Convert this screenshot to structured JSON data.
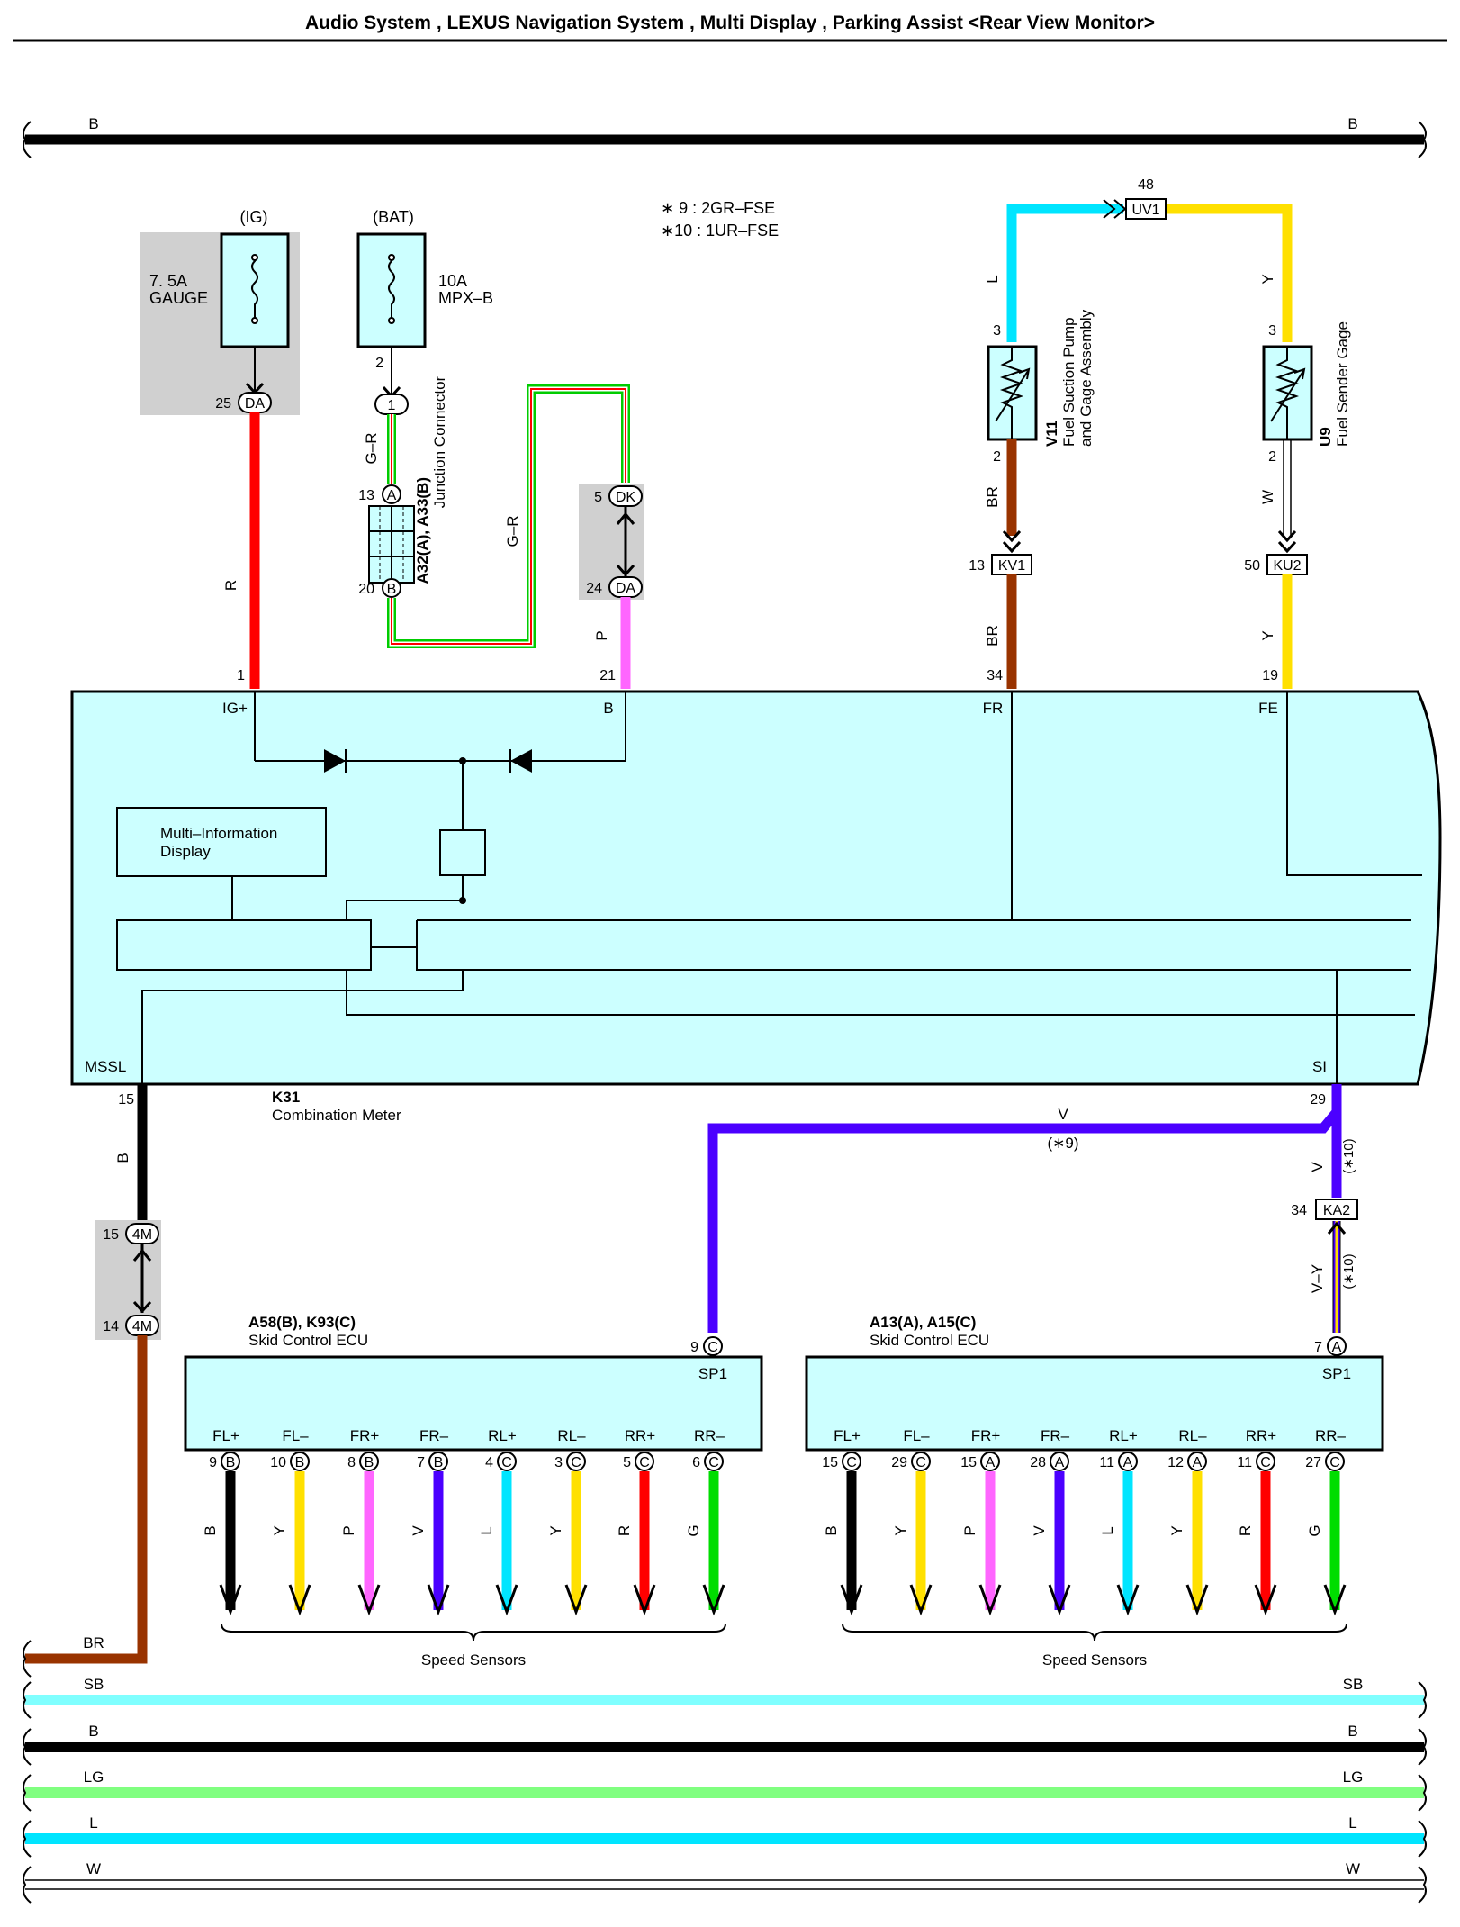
{
  "header": {
    "title": "Audio System , LEXUS Navigation System , Multi Display , Parking Assist <Rear View Monitor>"
  },
  "colors": {
    "B": "#000000",
    "R": "#ff0000",
    "P": "#ff66ff",
    "BR": "#993300",
    "Y": "#ffe000",
    "L": "#00e5ff",
    "V": "#4b00ff",
    "G": "#00dd00",
    "SB": "#80ffff",
    "LG": "#80ff80",
    "W": "#ffffff",
    "component_fill": "#ccffff",
    "shade": "#d0d0d0"
  },
  "notes": {
    "n9": "∗ 9 : 2GR–FSE",
    "n10": "∗10 : 1UR–FSE"
  },
  "top_bus": {
    "left": "B",
    "right": "B"
  },
  "fuses": {
    "ig": {
      "supply": "(IG)",
      "amp": "7. 5A",
      "name": "GAUGE",
      "pin": "25",
      "conn": "DA"
    },
    "bat": {
      "supply": "(BAT)",
      "amp": "10A",
      "name": "MPX–B",
      "pin": "2",
      "conn": "1"
    }
  },
  "junction_connector": {
    "id": "A32(A), A33(B)",
    "name": "Junction Connector",
    "pin_top": "13",
    "conn_top": "A",
    "pin_bottom": "20",
    "conn_bottom": "B",
    "wire_top": "G–R",
    "wire_right": "G–R"
  },
  "dk_connector": {
    "pin_top": "5",
    "conn_top": "DK",
    "pin_bottom": "24",
    "conn_bottom": "DA",
    "wire": "P"
  },
  "fuel_pump": {
    "id": "V11",
    "name_line1": "Fuel Suction Pump",
    "name_line2": "and Gage Assembly",
    "pin_top": "3",
    "pin_bottom": "2",
    "wire_top": "L",
    "wire_bottom": "BR",
    "conn": "KV1",
    "conn_pin": "13",
    "wire_meter": "BR"
  },
  "fuel_sender": {
    "id": "U9",
    "name": "Fuel Sender Gage",
    "pin_top": "3",
    "pin_bottom": "2",
    "wire_top": "Y",
    "wire_bottom": "W",
    "conn": "KU2",
    "conn_pin": "50",
    "wire_meter": "Y"
  },
  "uv1": {
    "pin": "48",
    "conn": "UV1"
  },
  "meter": {
    "id": "K31",
    "name": "Combination Meter",
    "inner_display_line1": "Multi–Information",
    "inner_display_line2": "Display",
    "pins": {
      "ig": {
        "num": "1",
        "label": "IG+",
        "wire": "R"
      },
      "b": {
        "num": "21",
        "label": "B"
      },
      "fr": {
        "num": "34",
        "label": "FR"
      },
      "fe": {
        "num": "19",
        "label": "FE"
      },
      "mssl": {
        "num": "15",
        "label": "MSSL",
        "wire": "B"
      },
      "si": {
        "num": "29",
        "label": "SI"
      }
    }
  },
  "mssl_conn": {
    "pin_top": "15",
    "conn_top": "4M",
    "pin_bottom": "14",
    "conn_bottom": "4M",
    "wire_bottom": "BR"
  },
  "si_wiring": {
    "v_label": "V",
    "v_note": "(∗9)",
    "v_right": "V",
    "v_right_note": "(∗10)",
    "ka2_pin": "34",
    "ka2_conn": "KA2",
    "vy": "V–Y",
    "vy_note": "(∗10)"
  },
  "ecu_left": {
    "id": "A58(B), K93(C)",
    "name": "Skid Control ECU",
    "sp1_pin": "9",
    "sp1_conn": "C",
    "sp1_label": "SP1",
    "sensors_label": "Speed Sensors",
    "terminals": [
      {
        "label": "FL+",
        "pin": "9",
        "conn": "B",
        "wire": "B"
      },
      {
        "label": "FL–",
        "pin": "10",
        "conn": "B",
        "wire": "Y"
      },
      {
        "label": "FR+",
        "pin": "8",
        "conn": "B",
        "wire": "P"
      },
      {
        "label": "FR–",
        "pin": "7",
        "conn": "B",
        "wire": "V"
      },
      {
        "label": "RL+",
        "pin": "4",
        "conn": "C",
        "wire": "L"
      },
      {
        "label": "RL–",
        "pin": "3",
        "conn": "C",
        "wire": "Y"
      },
      {
        "label": "RR+",
        "pin": "5",
        "conn": "C",
        "wire": "R"
      },
      {
        "label": "RR–",
        "pin": "6",
        "conn": "C",
        "wire": "G"
      }
    ]
  },
  "ecu_right": {
    "id": "A13(A), A15(C)",
    "name": "Skid Control ECU",
    "sp1_pin": "7",
    "sp1_conn": "A",
    "sp1_label": "SP1",
    "sensors_label": "Speed Sensors",
    "terminals": [
      {
        "label": "FL+",
        "pin": "15",
        "conn": "C",
        "wire": "B"
      },
      {
        "label": "FL–",
        "pin": "29",
        "conn": "C",
        "wire": "Y"
      },
      {
        "label": "FR+",
        "pin": "15",
        "conn": "A",
        "wire": "P"
      },
      {
        "label": "FR–",
        "pin": "28",
        "conn": "A",
        "wire": "V"
      },
      {
        "label": "RL+",
        "pin": "11",
        "conn": "A",
        "wire": "L"
      },
      {
        "label": "RL–",
        "pin": "12",
        "conn": "A",
        "wire": "Y"
      },
      {
        "label": "RR+",
        "pin": "11",
        "conn": "C",
        "wire": "R"
      },
      {
        "label": "RR–",
        "pin": "27",
        "conn": "C",
        "wire": "G"
      }
    ]
  },
  "bottom_buses": [
    {
      "left": "BR",
      "right": ""
    },
    {
      "left": "SB",
      "right": "SB",
      "color": "SB"
    },
    {
      "left": "B",
      "right": "B",
      "color": "B"
    },
    {
      "left": "LG",
      "right": "LG",
      "color": "LG"
    },
    {
      "left": "L",
      "right": "L",
      "color": "L"
    },
    {
      "left": "W",
      "right": "W",
      "color": "W"
    }
  ]
}
